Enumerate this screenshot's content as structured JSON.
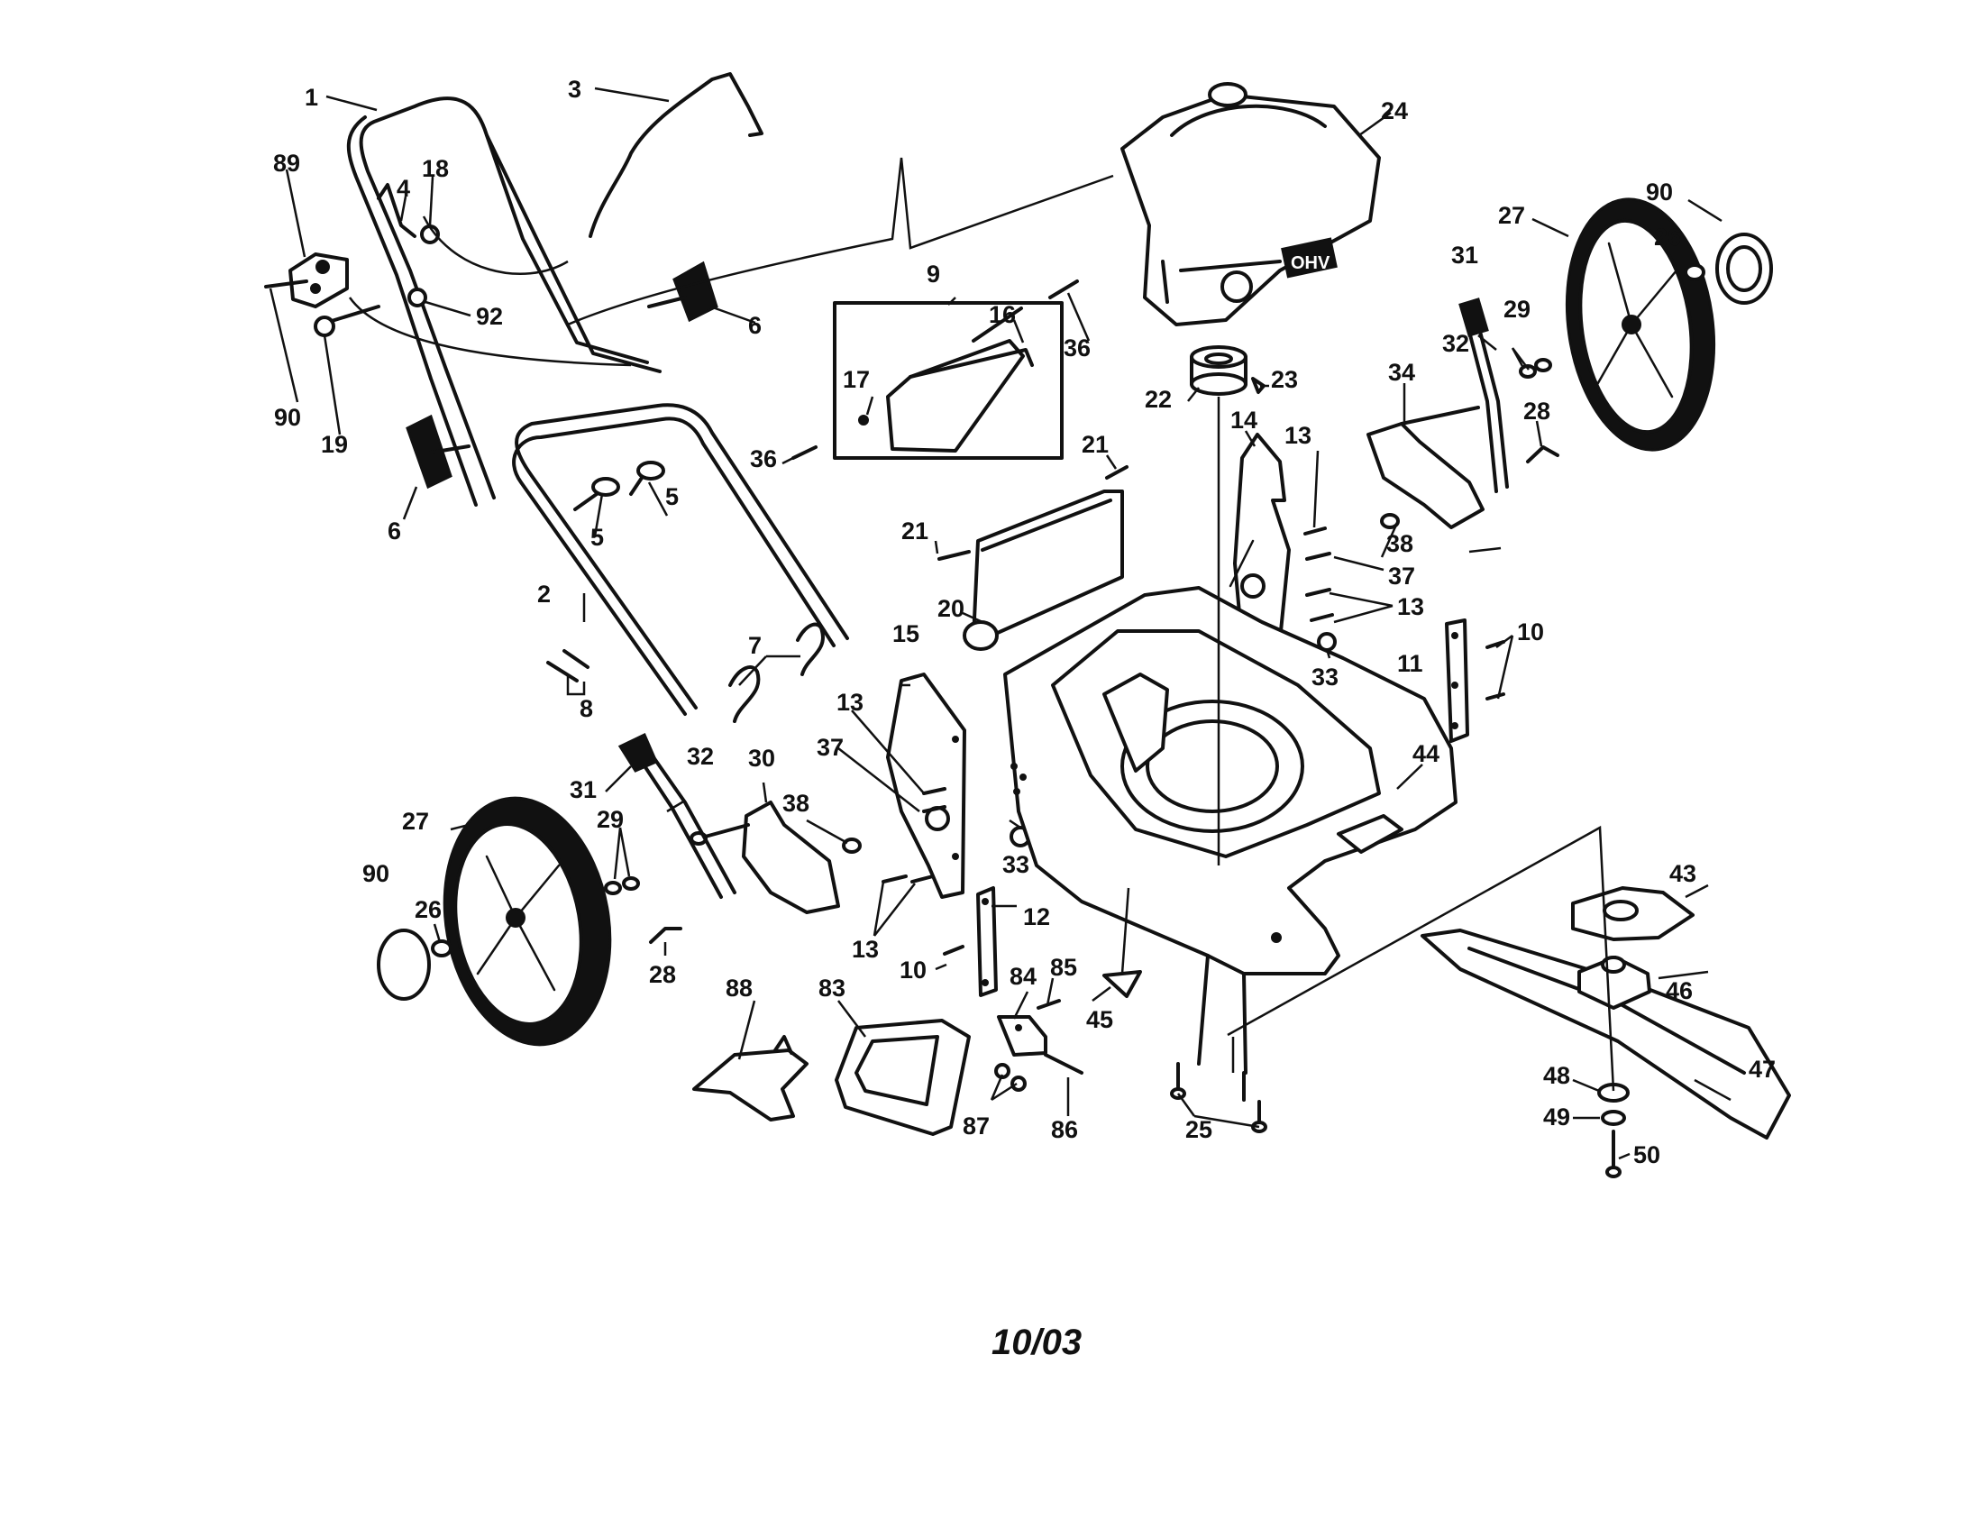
{
  "callouts": {
    "c1": "1",
    "c2": "2",
    "c3": "3",
    "c4": "4",
    "c5a": "5",
    "c5b": "5",
    "c6a": "6",
    "c6b": "6",
    "c7": "7",
    "c8": "8",
    "c9": "9",
    "c10a": "10",
    "c10b": "10",
    "c11": "11",
    "c12": "12",
    "c13a": "13",
    "c13b": "13",
    "c13c": "13",
    "c13d": "13",
    "c14": "14",
    "c15": "15",
    "c16": "16",
    "c17": "17",
    "c18": "18",
    "c19": "19",
    "c20": "20",
    "c21a": "21",
    "c21b": "21",
    "c22": "22",
    "c23": "23",
    "c24": "24",
    "c25": "25",
    "c26a": "26",
    "c26b": "26",
    "c27a": "27",
    "c27b": "27",
    "c28a": "28",
    "c28b": "28",
    "c29a": "29",
    "c29b": "29",
    "c30": "30",
    "c31a": "31",
    "c31b": "31",
    "c32a": "32",
    "c32b": "32",
    "c33a": "33",
    "c33b": "33",
    "c34": "34",
    "c36a": "36",
    "c36b": "36",
    "c37a": "37",
    "c37b": "37",
    "c38a": "38",
    "c38b": "38",
    "c43": "43",
    "c44": "44",
    "c45": "45",
    "c46": "46",
    "c47": "47",
    "c48": "48",
    "c49": "49",
    "c50": "50",
    "c83": "83",
    "c84": "84",
    "c85": "85",
    "c86": "86",
    "c87": "87",
    "c88": "88",
    "c89": "89",
    "c90a": "90",
    "c90b": "90",
    "c90c": "90",
    "c92": "92"
  },
  "engine_badge": "OHV",
  "date_code": "10/03"
}
